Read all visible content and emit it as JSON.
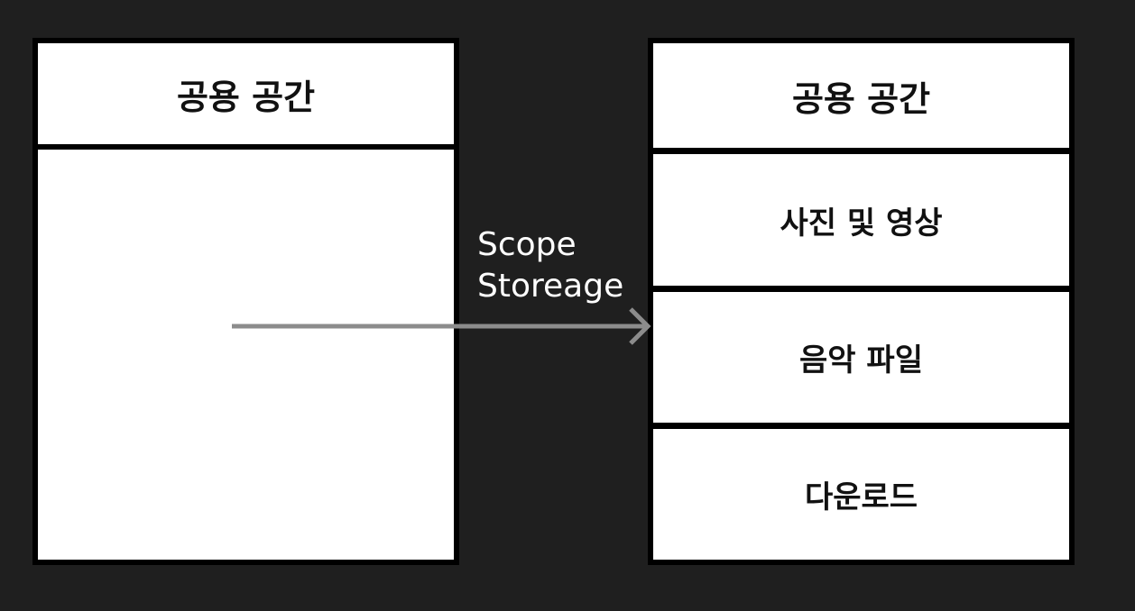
{
  "left_box": {
    "title": "공용 공간"
  },
  "right_box": {
    "title": "공용 공간",
    "sections": [
      "사진 및 영상",
      "음악 파일",
      "다운로드"
    ]
  },
  "arrow": {
    "label_line1": "Scope",
    "label_line2": "Storeage",
    "color": "#8c8c8c"
  },
  "colors": {
    "background": "#1f1f1f",
    "box_fill": "#ffffff",
    "box_border": "#000000",
    "label_text": "#ffffff"
  }
}
